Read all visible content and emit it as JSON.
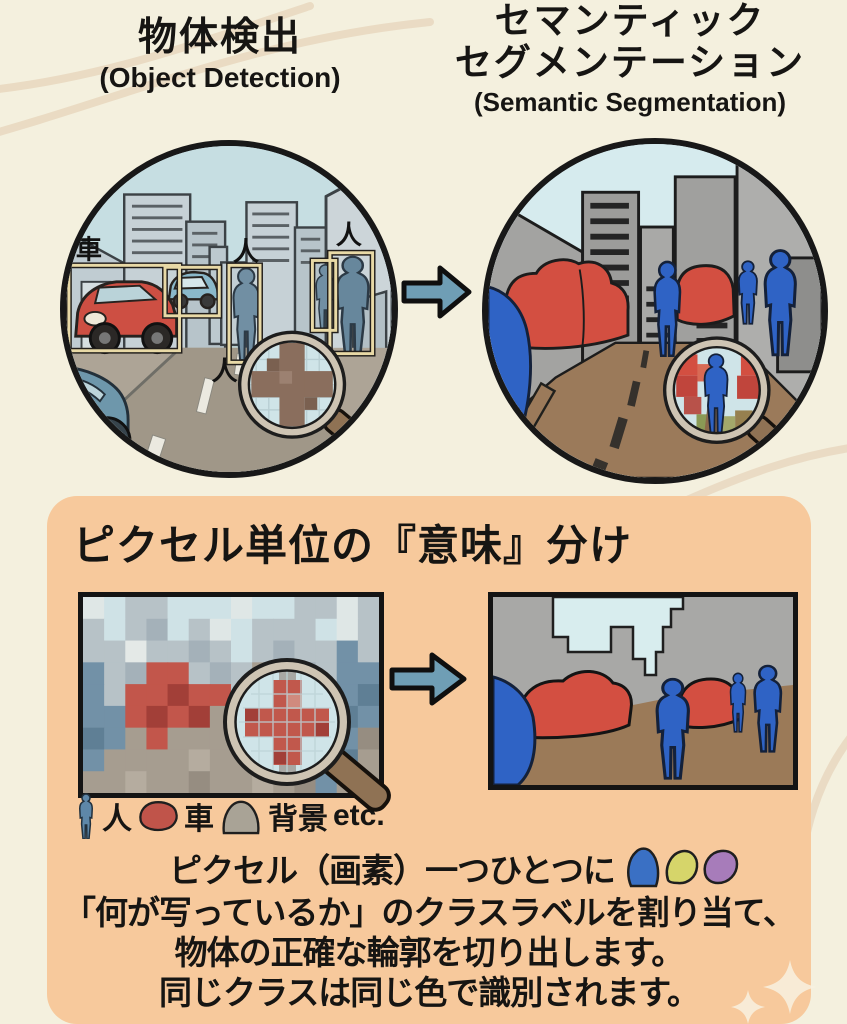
{
  "titles": {
    "left_jp": "物体検出",
    "left_en": "(Object Detection)",
    "right_jp1": "セマンティック",
    "right_jp2": "セグメンテーション",
    "right_en": "(Semantic Segmentation)"
  },
  "annotations": {
    "car": "車",
    "person": "人"
  },
  "panel": {
    "title": "ピクセル単位の『意味』分け",
    "legend": {
      "person": "人",
      "car": "車",
      "background": "背景",
      "etc": "etc."
    },
    "caption_line1": "ピクセル（画素）一つひとつに",
    "caption_line2": "「何が写っているか」のクラスラベルを割り当て、",
    "caption_line3": "物体の正確な輪郭を切り出します。",
    "caption_line4": "同じクラスは同じ色で識別されます。"
  },
  "colors": {
    "page_bg": "#f4f0de",
    "panel_bg": "#f7c99c",
    "arrow": "#6f9eb5",
    "bbox_tan": "#e8d9a6",
    "segment_person_blue": "#2f63c5",
    "segment_car_red": "#d34f41",
    "segment_building_gray": "#a5a5a3",
    "segment_road_brown": "#9b7a5a",
    "class_blob_blue": "#3a70c4",
    "class_blob_yellow": "#d6d56a",
    "class_blob_purple": "#a77cba"
  }
}
